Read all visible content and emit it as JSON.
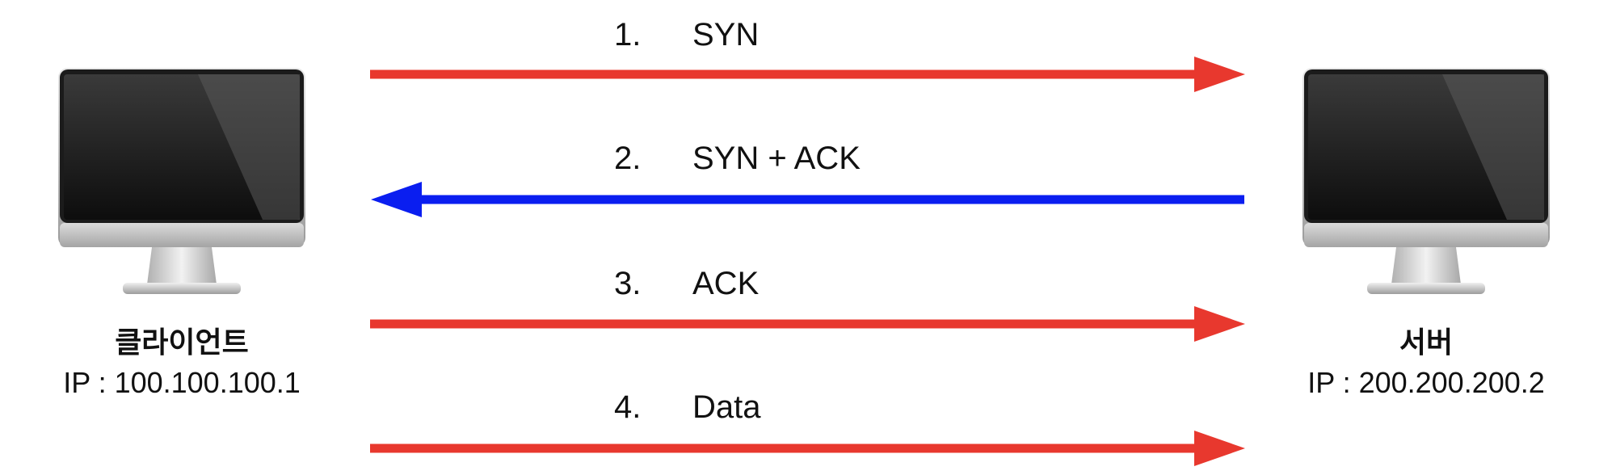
{
  "client": {
    "name": "클라이언트",
    "ip": "IP : 100.100.100.1",
    "icon": "computer-monitor-icon"
  },
  "server": {
    "name": "서버",
    "ip": "IP : 200.200.200.2",
    "icon": "computer-monitor-icon"
  },
  "steps": [
    {
      "number": "1.",
      "label": "SYN",
      "direction": "client-to-server",
      "color": "#e8382e"
    },
    {
      "number": "2.",
      "label": "SYN + ACK",
      "direction": "server-to-client",
      "color": "#0a1ef0"
    },
    {
      "number": "3.",
      "label": "ACK",
      "direction": "client-to-server",
      "color": "#e8382e"
    },
    {
      "number": "4.",
      "label": "Data",
      "direction": "client-to-server",
      "color": "#e8382e"
    }
  ]
}
